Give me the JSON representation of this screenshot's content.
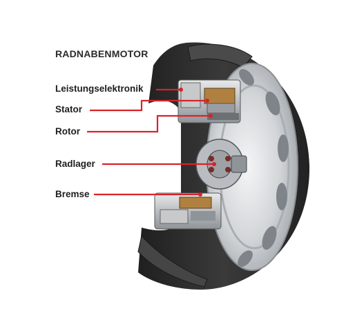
{
  "title": "RADNABENMOTOR",
  "labels": {
    "leistungselektronik": "Leistungselektronik",
    "stator": "Stator",
    "rotor": "Rotor",
    "radlager": "Radlager",
    "bremse": "Bremse"
  },
  "colors": {
    "leader": "#d9222a",
    "tire": "#2b2b2b",
    "rim": "#d4d7da",
    "text": "#1e1e1e"
  }
}
